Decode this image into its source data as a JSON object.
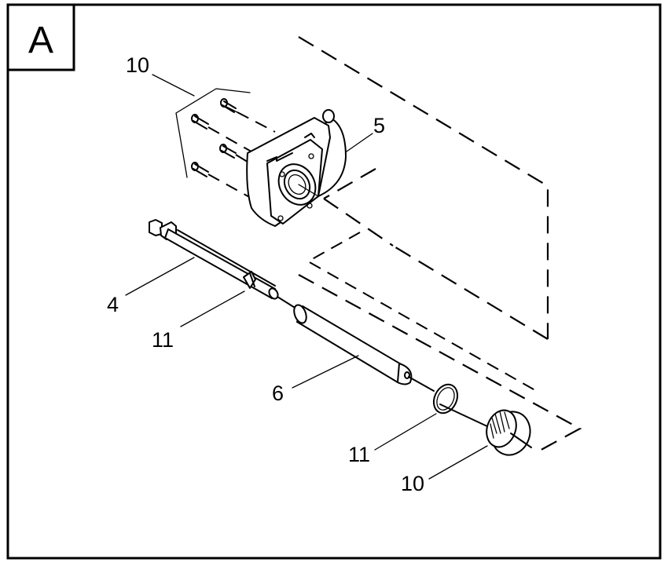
{
  "diagram": {
    "type": "exploded-parts-view",
    "panel_label": "A",
    "colors": {
      "line": "#000000",
      "background": "#ffffff"
    },
    "callouts": [
      {
        "id": "callout-10-screws",
        "label": "10",
        "part": "mounting screws (4x)"
      },
      {
        "id": "callout-5",
        "label": "5",
        "part": "housing / flange block"
      },
      {
        "id": "callout-4",
        "label": "4",
        "part": "shaft"
      },
      {
        "id": "callout-11-shaft",
        "label": "11",
        "part": "ring on shaft"
      },
      {
        "id": "callout-6",
        "label": "6",
        "part": "sleeve / cylinder"
      },
      {
        "id": "callout-11-ring",
        "label": "11",
        "part": "snap ring"
      },
      {
        "id": "callout-10-nut",
        "label": "10",
        "part": "knurled nut"
      }
    ]
  }
}
